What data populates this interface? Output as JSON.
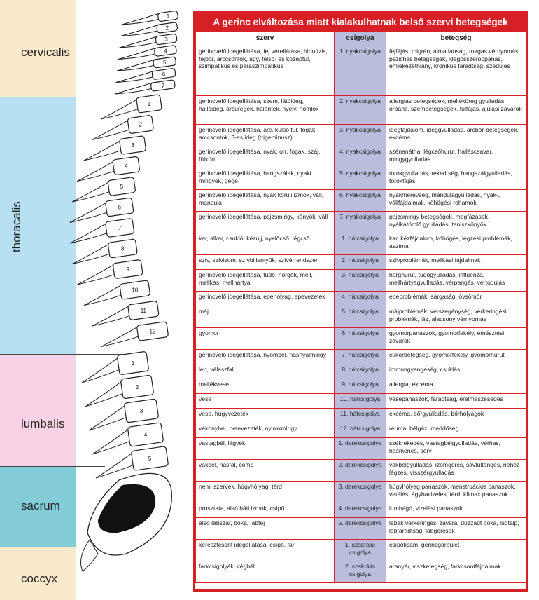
{
  "regions": [
    {
      "label": "cervicalis",
      "color": "#fbe9cc"
    },
    {
      "label": "thoracalis",
      "color": "#b7e1f3"
    },
    {
      "label": "lumbalis",
      "color": "#f8d3e6"
    },
    {
      "label": "sacrum",
      "color": "#84cdd8"
    },
    {
      "label": "coccyx",
      "color": "#fbe9cc"
    }
  ],
  "vertebra_labels": {
    "cervical": [
      "1",
      "2",
      "3",
      "4",
      "5",
      "6",
      "7"
    ],
    "thoracic": [
      "1",
      "2",
      "3",
      "4",
      "5",
      "6",
      "7",
      "8",
      "9",
      "10",
      "11",
      "12"
    ],
    "lumbar": [
      "1",
      "2",
      "3",
      "4",
      "5"
    ]
  },
  "table": {
    "title": "A gerinc elváltozása miatt kialakulhatnak belső szervi betegségek",
    "headers": [
      "szerv",
      "csigolya",
      "betegség"
    ],
    "rows": [
      [
        "gerincvelő idegellátása, fej vérellátása, hipofízis, fejbőr, arccsontok, agy, felső- és középfül, szimpatikus és paraszimpatikus",
        "1. nyakcsigolya",
        "fejfájás, migrén, álmatlanság, magas vérnyomás, pszichés betegségek, idegösszeroppanás, emlékezethiány, krónikus fáradtság, szédülés"
      ],
      [
        "gerincvelő idegellátása, szem, látóideg, hallóideg, arcüregek, halánték, nyelv, homlok",
        "2. nyakcsigolya",
        "allergiás betegségek, melléküreg gyulladás, orbánc, szembetegségek, fülfájás, ájulási zavarok"
      ],
      [
        "gerincvelő idegellátása, arc, külső fül, fogak, arccsontok, 3-as ideg (trigeminusz)",
        "3. nyakcsigolya",
        "idegfájdalom, ideggyulladás, arcbőr-betegségek, ekcéma"
      ],
      [
        "gerincvelő idegellátása, nyak, orr, fogak, száj, fülkürt",
        "4. nyakcsigolya",
        "szénanátha, légcsőhurut, halláscsavar, mirigygyulladás"
      ],
      [
        "gerincvelő idegellátása, hangszálak, nyaki mirigyek, gége",
        "5. nyakcsigolya",
        "torokgyulladás, rekedtség, hangszálgyulladás, torokfájás"
      ],
      [
        "gerincvelő idegellátása, nyak körüli izmok, váll, mandula",
        "6. nyakcsigolya",
        "nyakmerevség, mandulagyulladás, nyak-, vállfájdalmak, köhögési rohamok"
      ],
      [
        "gerincvelő idegellátása, pajzsmirigy, könyök, váll",
        "7. nyakcsigolya",
        "pajzsmirigy betegségek, megfázások, nyálkatömlő gyulladás, teniszkönyök"
      ],
      [
        "kar, alkar, csukló, kézujj, nyelőcső, légcső",
        "1. hátcsigolya",
        "kar, kézfájdalom, köhögés, légzési problémák, asztma"
      ],
      [
        "szív, szívizom, szívbillentyűk, szívérrendszer",
        "2. hátcsigolya",
        "szívproblémák, mellkasi fájdalmak"
      ],
      [
        "gerincvelő idegellátása, tüdő, hörgők, mell, mellkas, mellhártya",
        "3. hátcsigolya",
        "hörghurut, tüdőgyulladás, influenza, mellhártyagyulladás, vérpangás, vértódulás"
      ],
      [
        "gerincvelő idegellátása, epehólyag, epevezeték",
        "4. hátcsigolya",
        "epeproblémák, sárgaság, övsömör"
      ],
      [
        "máj",
        "5. hátcsigolya",
        "májproblémák, vérszegénység, vérkeringési problémák, láz, alacsony vérnyomás"
      ],
      [
        "gyomor",
        "6. hátcsigolya",
        "gyomorpanaszok, gyomorfekély, emésztési zavarok"
      ],
      [
        "gerincvelő idegellátása, nyombél, hasnyálmirigy",
        "7. hátcsigolya",
        "cukorbetegség, gyomorfekély, gyomorhurut"
      ],
      [
        "lép, válaszfal",
        "8. hátcsigolya",
        "immungyengeség, csuklás"
      ],
      [
        "mellékvese",
        "9. hátcsigolya",
        "allergia, ekcéma"
      ],
      [
        "vese",
        "10. hátcsigolya",
        "vesepanaszok, fáradtság, érelmeszesedés"
      ],
      [
        "vese, húgyvezeték",
        "11. hátcsigolya",
        "ekcéma, bőrgyulladás, bőrhólyagok"
      ],
      [
        "vékonybél, petevezeték, nyirokmirigy",
        "12. hátcsigolya",
        "reuma, bélgáz, meddőség"
      ],
      [
        "vastagbél, lágyék",
        "1. derékcsigolya",
        "székrekedés, vastagbélgyulladás, vérhas, hasmenés, sérv"
      ],
      [
        "vakbél, hasfal, comb",
        "2. derékcsigolya",
        "vakbélgyulladás, izomgörcs, savtúltengés, nehéz légzés, visszérgyulladás"
      ],
      [
        "nemi szervek, húgyhólyag, térd",
        "3. derékcsigolya",
        "húgyhólyag panaszok, menstruációs panaszok, vetélés, ágybavizelés, térd, klimax panaszok"
      ],
      [
        "prosztata, alsó háti izmok, csípő",
        "4. derékcsigolya",
        "lumbágó, vizelési panaszok"
      ],
      [
        "alsó lábszár, boka, lábfej",
        "5. derékcsigolya",
        "lábak vérkeringési zavara, duzzadt boka, lúdtalp, lábfáradtság, lábgörcsök"
      ],
      [
        "keresztcsont idegellátása, csípő, far",
        "1. szakrális csigolya",
        "csípőficam, gerincgörbület"
      ],
      [
        "farkcsigolyák, végbél",
        "2. szakrális csigolya",
        "aranyér, viszketegség, farkcsontfájdalmak"
      ]
    ]
  }
}
